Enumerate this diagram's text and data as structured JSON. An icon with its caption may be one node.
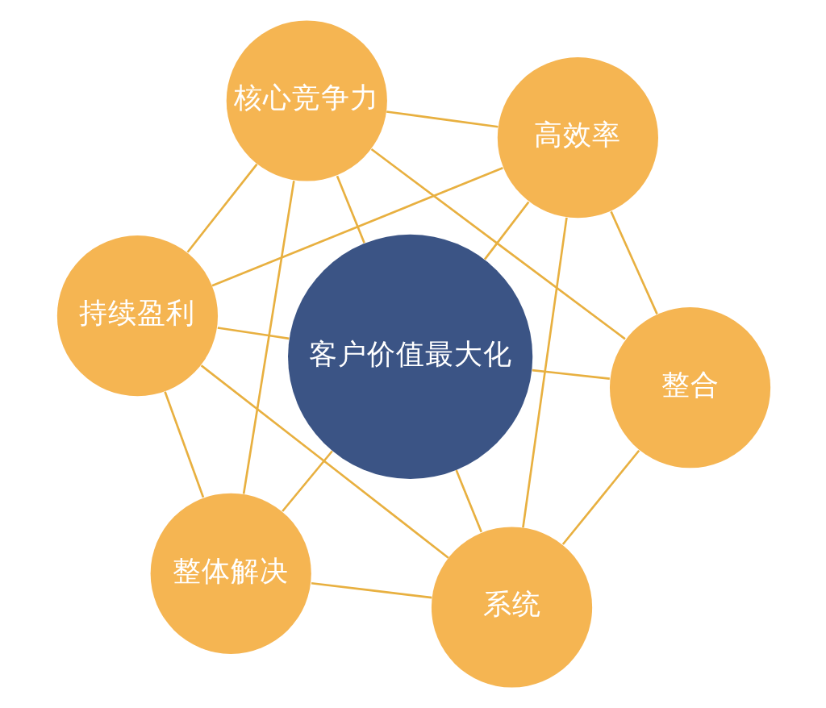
{
  "diagram": {
    "nodes": [
      {
        "text": [
          "客户价值最大化"
        ]
      },
      {
        "text": [
          "系统"
        ]
      },
      {
        "text": [
          "整合"
        ]
      },
      {
        "text": [
          "高效率"
        ]
      },
      {
        "text": [
          "核心竞争力"
        ]
      },
      {
        "text": [
          "持续盈利"
        ]
      },
      {
        "text": [
          "整体解决"
        ]
      }
    ],
    "edges": [
      {
        "from": 0,
        "to": 1,
        "arrow": "none"
      },
      {
        "from": 0,
        "to": 2,
        "arrow": "none"
      },
      {
        "from": 0,
        "to": 3,
        "arrow": "none"
      },
      {
        "from": 0,
        "to": 4,
        "arrow": "none"
      },
      {
        "from": 0,
        "to": 5,
        "arrow": "none"
      },
      {
        "from": 0,
        "to": 6,
        "arrow": "none"
      },
      {
        "from": 1,
        "to": 2,
        "arrow": "none"
      },
      {
        "from": 2,
        "to": 3,
        "arrow": "none"
      },
      {
        "from": 3,
        "to": 4,
        "arrow": "none"
      },
      {
        "from": 4,
        "to": 5,
        "arrow": "none"
      },
      {
        "from": 5,
        "to": 6,
        "arrow": "none"
      },
      {
        "from": 6,
        "to": 1,
        "arrow": "none"
      },
      {
        "from": 1,
        "to": 5,
        "arrow": "none"
      },
      {
        "from": 1,
        "to": 3,
        "arrow": "none"
      },
      {
        "from": 6,
        "to": 4,
        "arrow": "none"
      },
      {
        "from": 2,
        "to": 4,
        "arrow": "none"
      },
      {
        "from": 5,
        "to": 3,
        "arrow": "none"
      }
    ]
  }
}
